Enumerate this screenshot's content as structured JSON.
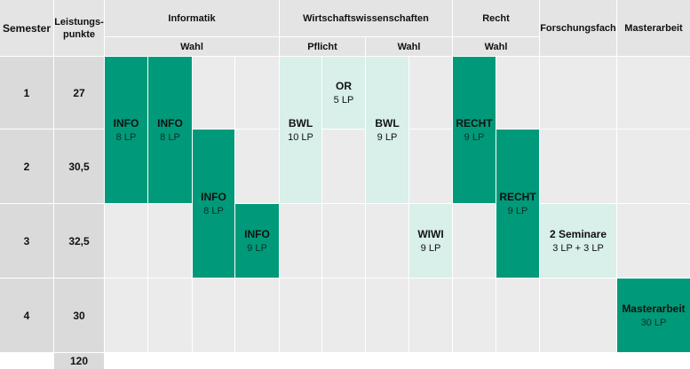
{
  "header": {
    "semester": "Semester",
    "leistungspunkte": "Leistungs-\npunkte",
    "informatik": "Informatik",
    "wiwi": "Wirtschaftswissenschaften",
    "recht": "Recht",
    "forschung": "Forschungsfach",
    "master": "Masterarbeit",
    "wahl_info": "Wahl",
    "pflicht_wiwi": "Pflicht",
    "wahl_wiwi": "Wahl",
    "wahl_recht": "Wahl"
  },
  "rows": [
    {
      "semester": "1",
      "lp": "27"
    },
    {
      "semester": "2",
      "lp": "30,5"
    },
    {
      "semester": "3",
      "lp": "32,5"
    },
    {
      "semester": "4",
      "lp": "30"
    }
  ],
  "total": "120",
  "modules": {
    "info1": {
      "title": "INFO",
      "lp": "8 LP"
    },
    "info2": {
      "title": "INFO",
      "lp": "8 LP"
    },
    "info3": {
      "title": "INFO",
      "lp": "8 LP"
    },
    "info4": {
      "title": "INFO",
      "lp": "9 LP"
    },
    "bwl1": {
      "title": "BWL",
      "lp": "10 LP"
    },
    "or": {
      "title": "OR",
      "lp": "5 LP"
    },
    "bwl2": {
      "title": "BWL",
      "lp": "9 LP"
    },
    "wiwi": {
      "title": "WIWI",
      "lp": "9 LP"
    },
    "recht1": {
      "title": "RECHT",
      "lp": "9 LP"
    },
    "recht2": {
      "title": "RECHT",
      "lp": "9 LP"
    },
    "seminare": {
      "title": "2 Seminare",
      "lp": "3 LP + 3 LP"
    },
    "master": {
      "title": "Masterarbeit",
      "lp": "30 LP"
    }
  },
  "colors": {
    "dark": "#009a7a",
    "light": "#d8efea",
    "header": "#e4e4e4",
    "background": "#ebebeb"
  }
}
